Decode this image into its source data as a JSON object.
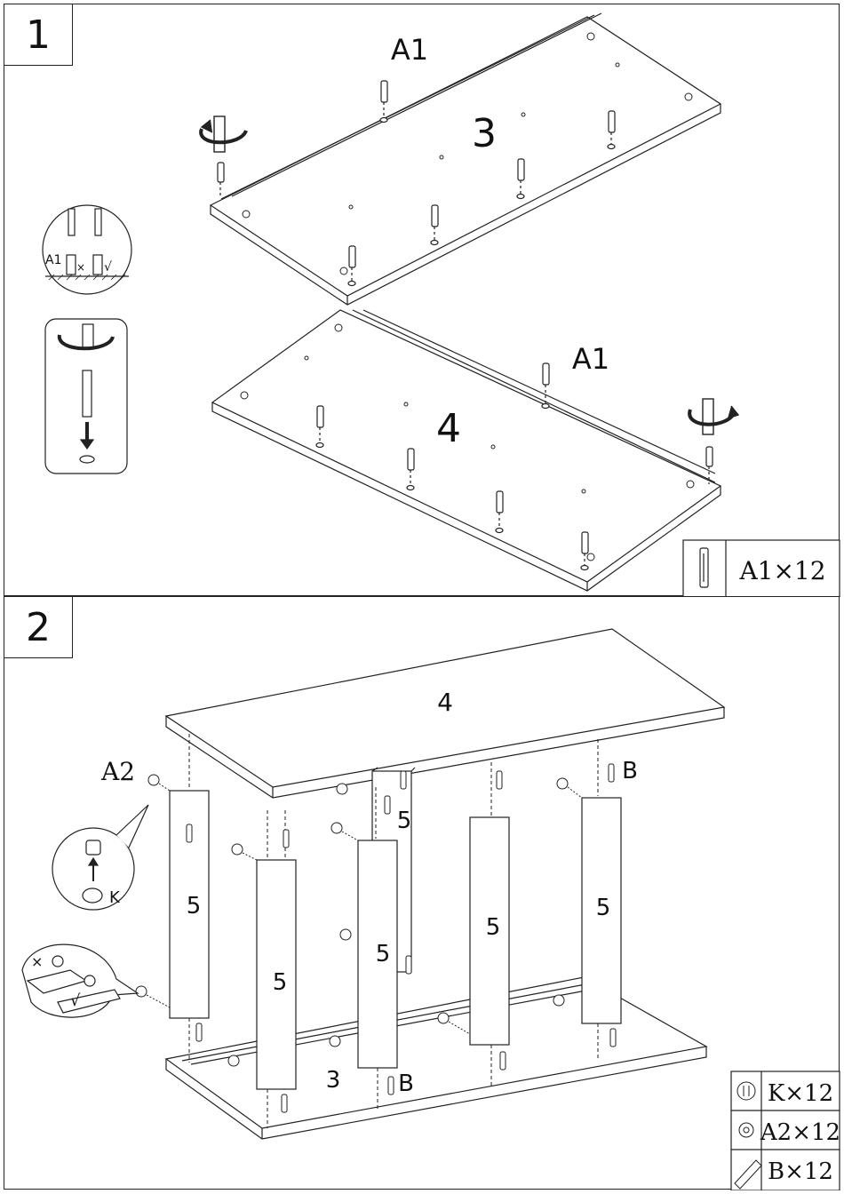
{
  "step1": {
    "number": "1",
    "labels": {
      "a1_top": "A1",
      "a1_bottom": "A1",
      "panel_top": "3",
      "panel_bottom": "4"
    },
    "inset_labels": {
      "part": "A1",
      "wrong": "×",
      "right": "√"
    },
    "parts_list": [
      {
        "icon": "cam-bolt-icon",
        "text": "A1×12"
      }
    ]
  },
  "step2": {
    "number": "2",
    "labels": {
      "top_panel": "4",
      "bottom_panel": "3",
      "a2": "A2",
      "b_top": "B",
      "b_bottom": "B"
    },
    "legs": [
      "5",
      "5",
      "5",
      "5",
      "5",
      "5"
    ],
    "inset_labels": {
      "k": "K",
      "wrong": "×",
      "right": "√"
    },
    "parts_list": [
      {
        "icon": "cam-cover-icon",
        "text": "K×12"
      },
      {
        "icon": "cam-lock-icon",
        "text": "A2×12"
      },
      {
        "icon": "wood-dowel-icon",
        "text": "B×12"
      }
    ]
  }
}
